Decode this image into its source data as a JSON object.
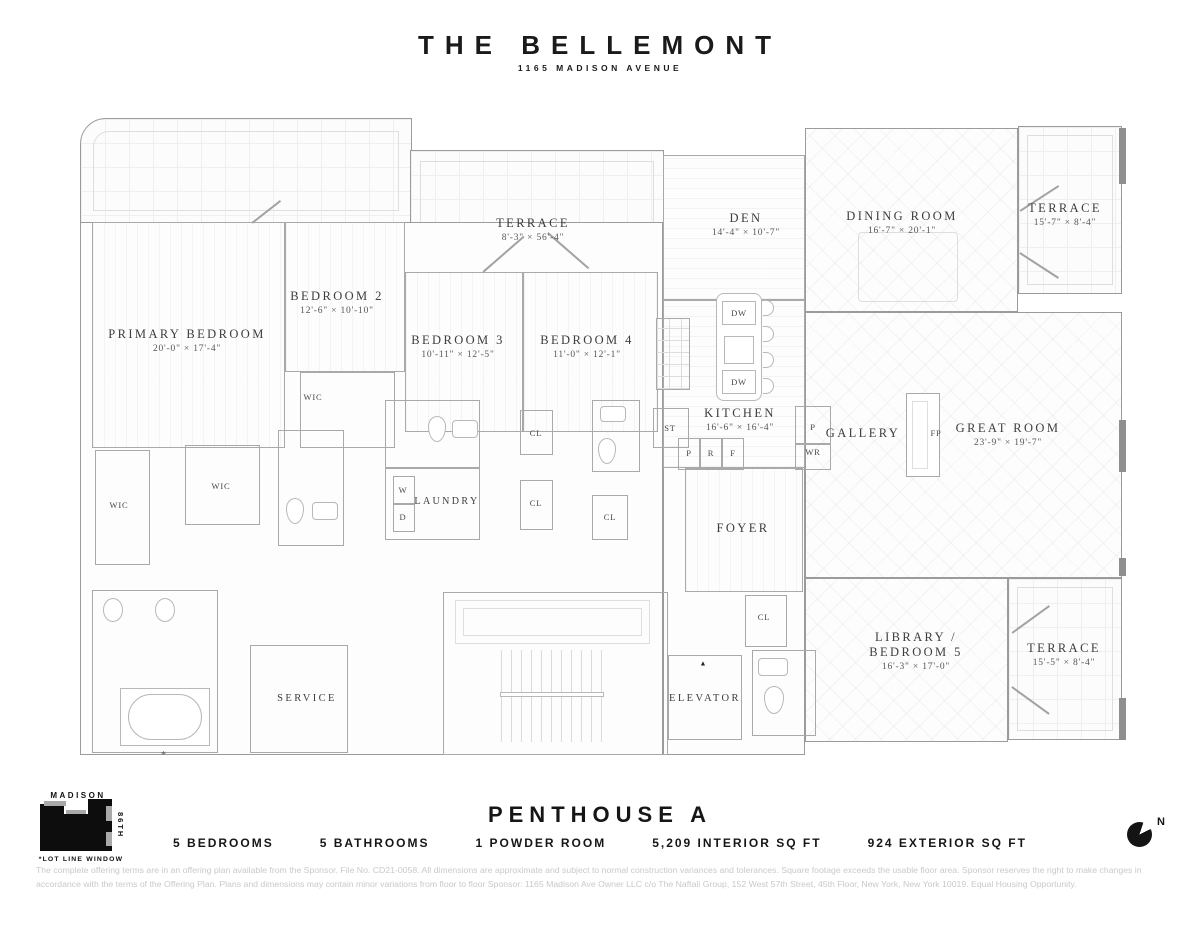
{
  "header": {
    "title": "THE BELLEMONT",
    "address": "1165 MADISON AVENUE"
  },
  "rooms": {
    "primary_bedroom": {
      "label": "PRIMARY BEDROOM",
      "dims": "20'-0\" × 17'-4\""
    },
    "bedroom2": {
      "label": "BEDROOM 2",
      "dims": "12'-6\" × 10'-10\""
    },
    "bedroom3": {
      "label": "BEDROOM 3",
      "dims": "10'-11\" × 12'-5\""
    },
    "bedroom4": {
      "label": "BEDROOM 4",
      "dims": "11'-0\" × 12'-1\""
    },
    "terrace_top": {
      "label": "TERRACE",
      "dims": "8'-3\" × 56'-4\""
    },
    "den": {
      "label": "DEN",
      "dims": "14'-4\" × 10'-7\""
    },
    "dining_room": {
      "label": "DINING ROOM",
      "dims": "16'-7\" × 20'-1\""
    },
    "terrace_ne": {
      "label": "TERRACE",
      "dims": "15'-7\" × 8'-4\""
    },
    "kitchen": {
      "label": "KITCHEN",
      "dims": "16'-6\" × 16'-4\""
    },
    "gallery": {
      "label": "GALLERY"
    },
    "great_room": {
      "label": "GREAT ROOM",
      "dims": "23'-9\" × 19'-7\""
    },
    "foyer": {
      "label": "FOYER"
    },
    "library": {
      "label_line1": "LIBRARY /",
      "label_line2": "BEDROOM 5",
      "dims": "16'-3\" × 17'-0\""
    },
    "terrace_se": {
      "label": "TERRACE",
      "dims": "15'-5\" × 8'-4\""
    },
    "service": {
      "label": "SERVICE"
    },
    "elevator": {
      "label": "ELEVATOR"
    },
    "laundry": {
      "label": "LAUNDRY"
    }
  },
  "small_labels": {
    "wic": "WIC",
    "cl": "CL",
    "st": "ST",
    "p": "P",
    "r": "R",
    "f": "F",
    "wr": "WR",
    "w": "W",
    "d": "D",
    "dw": "DW",
    "fp": "FP",
    "asterisk": "*",
    "up_marker": "▲"
  },
  "footer": {
    "unit": "PENTHOUSE A",
    "stats": [
      "5 BEDROOMS",
      "5 BATHROOMS",
      "1 POWDER ROOM",
      "5,209 INTERIOR SQ FT",
      "924 EXTERIOR SQ FT"
    ]
  },
  "keyplan": {
    "street_top": "MADISON",
    "street_side": "86TH",
    "note": "*LOT LINE WINDOW"
  },
  "compass": {
    "north": "N"
  },
  "legal": {
    "disclaimer": "The complete offering terms are in an offering plan available from the Sponsor. File No. CD21-0058. All dimensions are approximate and subject to normal construction variances and tolerances. Square footage exceeds the usable floor area. Sponsor reserves the right to make changes in accordance with the terms of the Offering Plan. Plans and dimensions may contain minor variations from floor to floor Sponsor: 1165 Madison Ave Owner LLC c/o The Naftali Group, 152 West 57th Street, 45th Floor, New York, New York 10019. Equal Housing Opportunity."
  },
  "colors": {
    "ink": "#161616",
    "wall": "#a9a9a9",
    "legal_gray": "#c9c9c9"
  }
}
